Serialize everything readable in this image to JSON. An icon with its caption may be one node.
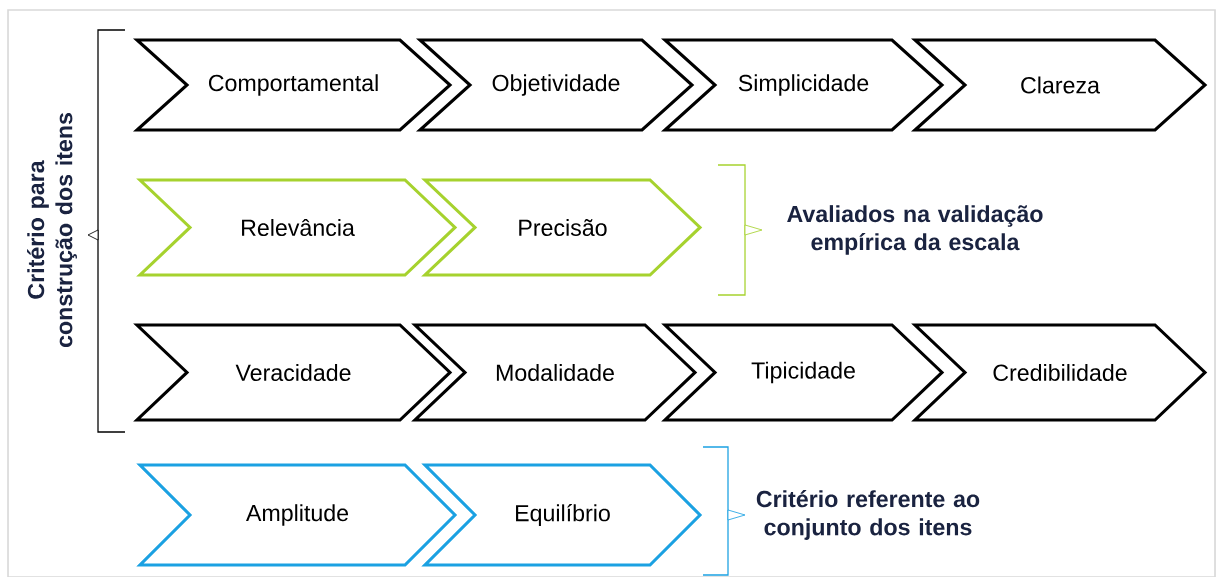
{
  "diagram": {
    "nodes": [
      {
        "text": [
          "Comportamental"
        ]
      },
      {
        "text": [
          "Objetividade"
        ]
      },
      {
        "text": [
          "Simplicidade"
        ]
      },
      {
        "text": [
          "Clareza"
        ]
      },
      {
        "text": [
          "Relevância"
        ]
      },
      {
        "text": [
          "Precisão"
        ]
      },
      {
        "text": [
          "Veracidade"
        ]
      },
      {
        "text": [
          "Modalidade"
        ]
      },
      {
        "text": [
          "Tipicidade"
        ]
      },
      {
        "text": [
          "Credibilidade"
        ]
      },
      {
        "text": [
          "Amplitude"
        ]
      },
      {
        "text": [
          "Equilíbrio"
        ]
      }
    ],
    "labels": [
      "Critério para construção dos itens",
      "Avaliados na validação empírica da escala",
      "Critério referente ao conjunto dos itens"
    ]
  }
}
